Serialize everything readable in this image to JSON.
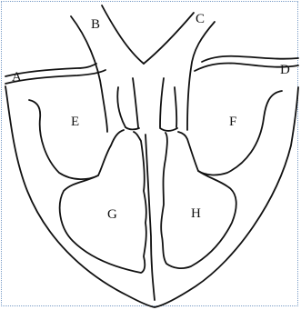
{
  "labels": {
    "A": "A",
    "B": "B",
    "C": "C",
    "D": "D",
    "E": "E",
    "F": "F",
    "G": "G",
    "H": "H"
  },
  "colors": {
    "stroke": "#111111",
    "border": "#7a9cc6",
    "background": "#ffffff"
  }
}
